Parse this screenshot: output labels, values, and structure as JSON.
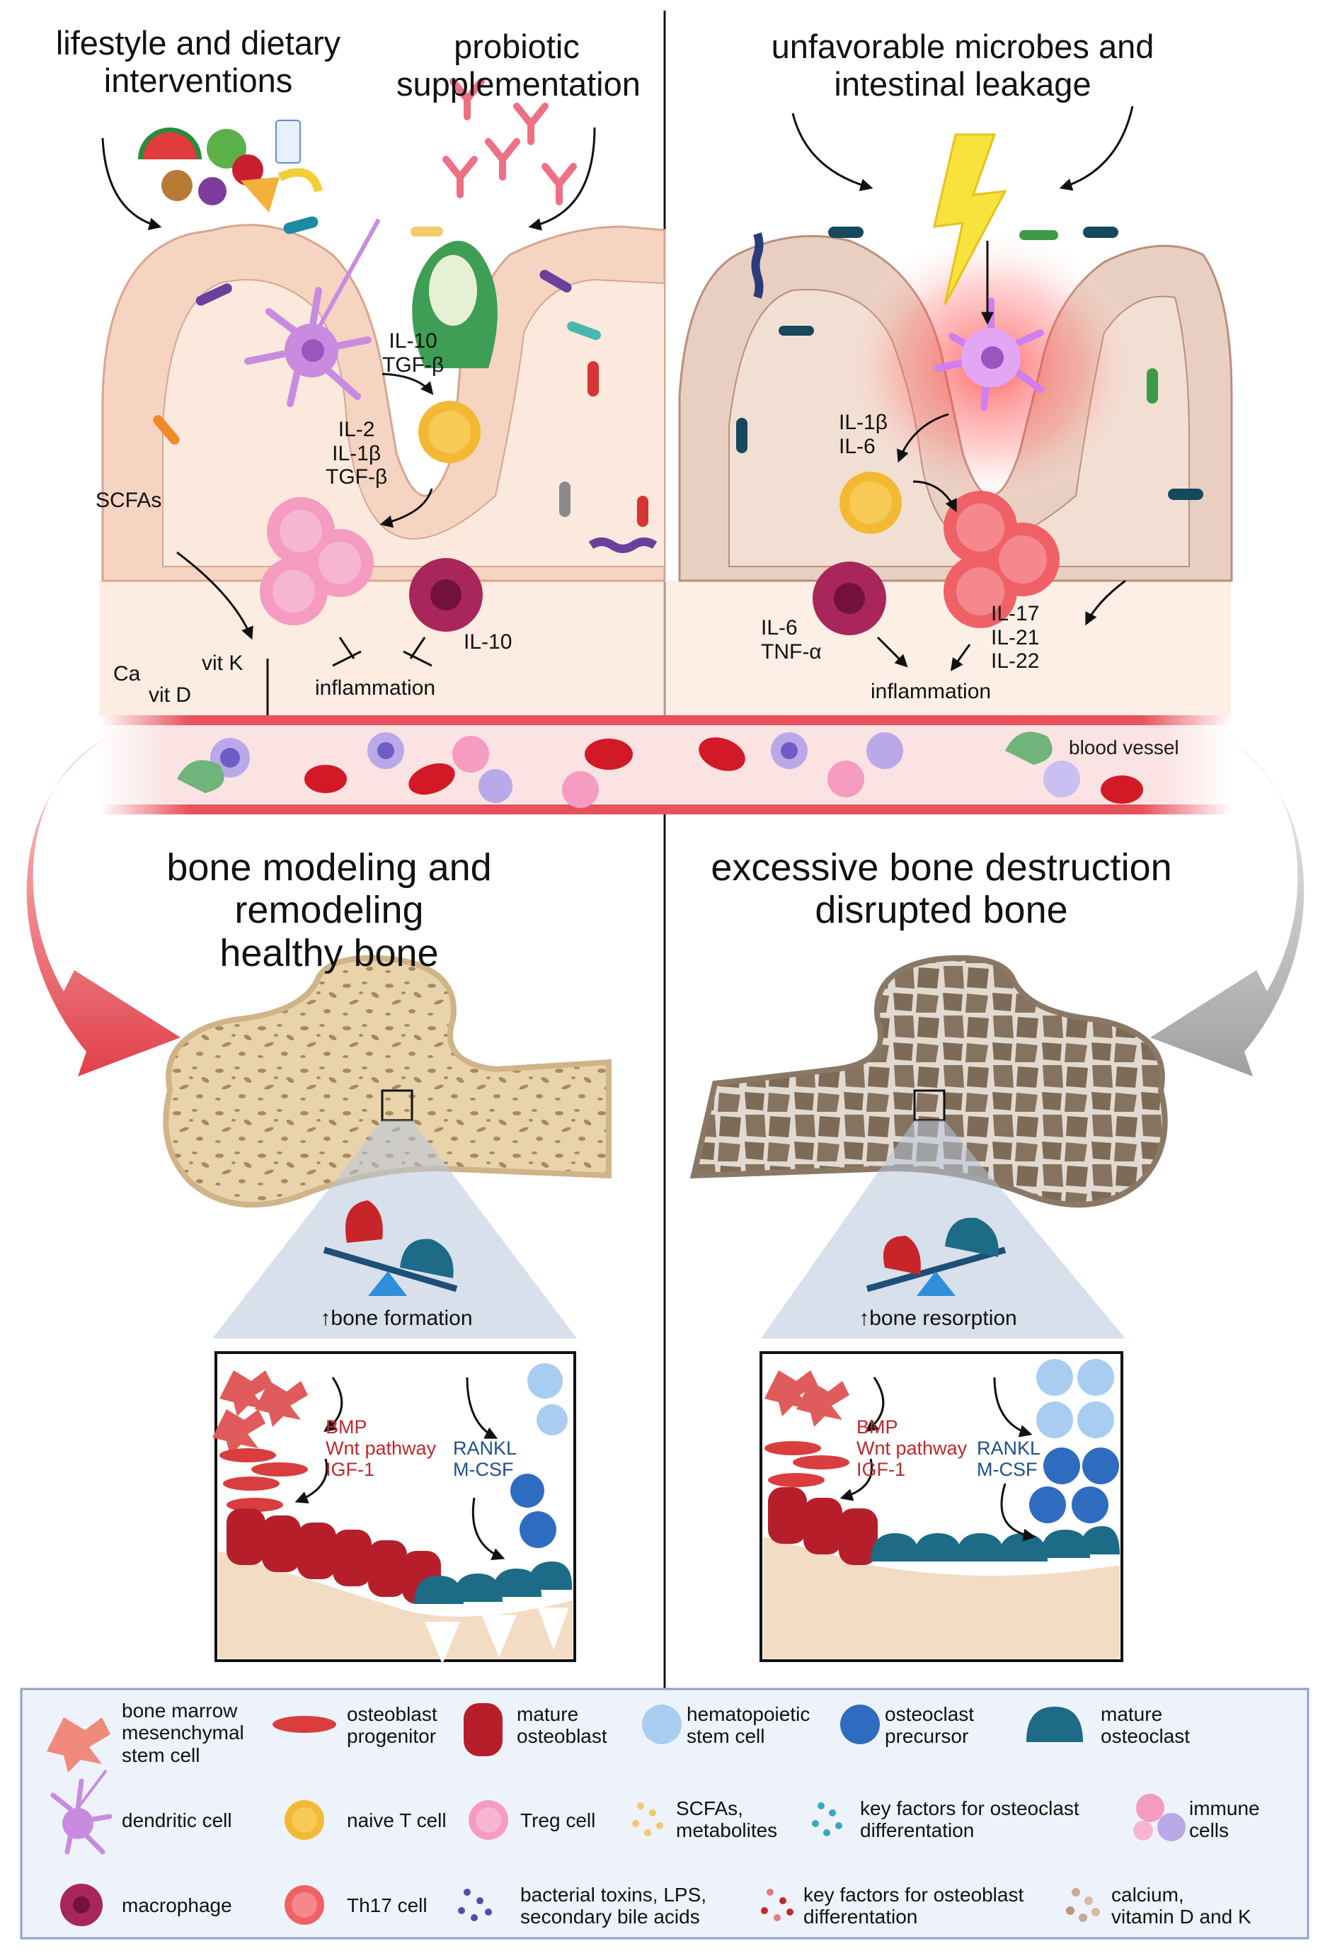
{
  "top": {
    "left_intervention_1": "lifestyle and dietary\ninterventions",
    "left_intervention_2": "probiotic\nsupplementation",
    "right_factor": "unfavorable microbes and\nintestinal leakage"
  },
  "gut_left": {
    "dc_cytokines": "IL-10\nTGF-β",
    "tcell_cytokines": "IL-2\nIL-1β\nTGF-β",
    "scfas": "SCFAs",
    "macrophage_cytokine": "IL-10",
    "ca": "Ca",
    "vitk": "vit K",
    "vitd": "vit D",
    "inflammation": "inflammation"
  },
  "gut_right": {
    "dc_cytokines": "IL-1β\nIL-6",
    "macrophage_cytokines": "IL-6\nTNF-α",
    "th17_cytokines": "IL-17\nIL-21\nIL-22",
    "inflammation": "inflammation"
  },
  "blood_vessel": "blood vessel",
  "bone_left": {
    "heading": "bone modeling and remodeling\nhealthy bone",
    "balance": "↑bone formation",
    "ob_factors": [
      "BMP",
      "Wnt pathway",
      "IGF-1"
    ],
    "oc_factors": [
      "RANKL",
      "M-CSF"
    ]
  },
  "bone_right": {
    "heading": "excessive bone destruction\ndisrupted bone",
    "balance": "↑bone resorption",
    "ob_factors": [
      "BMP",
      "Wnt pathway",
      "IGF-1"
    ],
    "oc_factors": [
      "RANKL",
      "M-CSF"
    ]
  },
  "legend": [
    {
      "icon": "msc-icon",
      "label": "bone marrow\nmesenchymal\nstem cell"
    },
    {
      "icon": "osteoblast-progenitor-icon",
      "label": "osteoblast\nprogenitor"
    },
    {
      "icon": "mature-osteoblast-icon",
      "label": "mature\nosteoblast"
    },
    {
      "icon": "hsc-icon",
      "label": "hematopoietic\nstem cell"
    },
    {
      "icon": "osteoclast-precursor-icon",
      "label": "osteoclast\nprecursor"
    },
    {
      "icon": "mature-osteoclast-icon",
      "label": "mature\nosteoclast"
    },
    {
      "icon": "dendritic-cell-icon",
      "label": "dendritic cell"
    },
    {
      "icon": "naive-t-cell-icon",
      "label": "naive T cell"
    },
    {
      "icon": "treg-cell-icon",
      "label": "Treg cell"
    },
    {
      "icon": "scfa-icon",
      "label": "SCFAs,\nmetabolites"
    },
    {
      "icon": "oc-factor-icon",
      "label": "key factors for osteoclast\ndifferentation"
    },
    {
      "icon": "immune-cells-icon",
      "label": "immune\ncells"
    },
    {
      "icon": "macrophage-icon",
      "label": "macrophage"
    },
    {
      "icon": "th17-cell-icon",
      "label": "Th17 cell"
    },
    {
      "icon": "toxin-icon",
      "label": "bacterial toxins, LPS,\nsecondary bile acids"
    },
    {
      "icon": "ob-factor-icon",
      "label": "key factors for osteoblast\ndifferentation"
    },
    {
      "icon": "ca-vit-icon",
      "label": "calcium,\nvitamin D and K"
    }
  ],
  "colors": {
    "epithelium": "#f5d4c2",
    "vessel": "#e8505b",
    "rbc": "#d11a25",
    "osteoblast": "#c8252b",
    "osteoclast": "#1d6b86",
    "hsc": "#a9cdf0",
    "precursor": "#2e6cc0",
    "naive_t": "#f3b934",
    "treg": "#f59cc0",
    "th17": "#ef6167",
    "macrophage": "#a8265a",
    "dendritic": "#c98be0",
    "bone_healthy": "#e6cfa4",
    "bone_disrupted": "#8a7866",
    "legend_bg": "#eef3fb",
    "legend_border": "#8fa2c6"
  }
}
